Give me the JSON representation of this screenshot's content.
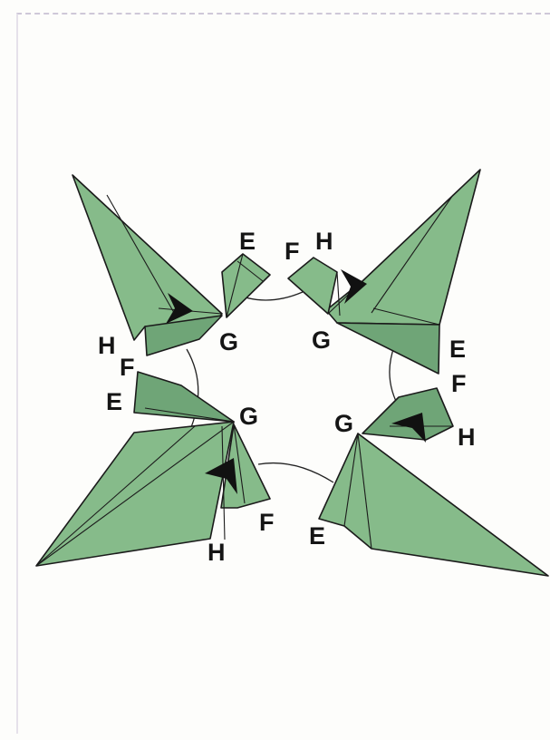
{
  "diagram": {
    "colors": {
      "paper": "#86bb8a",
      "paper_shade": "#6fa577",
      "line": "#1b1b1b"
    },
    "units": {
      "top_left": {
        "E": "E",
        "G": "G",
        "H": "H",
        "F": "F"
      },
      "top_right": {
        "F": "F",
        "H": "H",
        "G": "G",
        "E": "E"
      },
      "bottom_left": {
        "E": "E",
        "G": "G",
        "F": "F",
        "H": "H"
      },
      "bottom_right": {
        "G": "G",
        "F": "F",
        "H": "H",
        "E": "E"
      }
    },
    "icons": [
      "push-arrow-icon"
    ]
  }
}
